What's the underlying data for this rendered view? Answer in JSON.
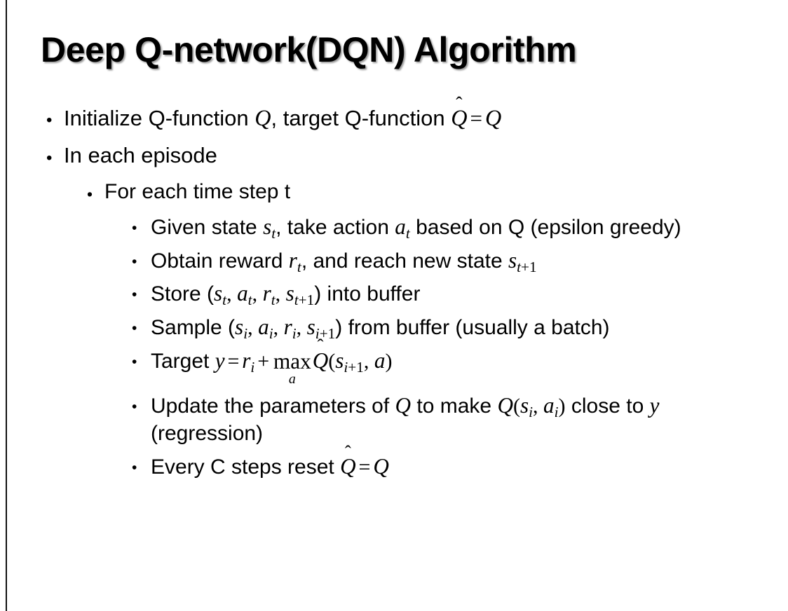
{
  "slide": {
    "title": "Deep Q-network(DQN) Algorithm",
    "background_color": "#ffffff",
    "text_color": "#000000",
    "left_rule_color": "#111111",
    "bullet_glyph": "•"
  },
  "bullets": {
    "initialize": {
      "lead": "Initialize Q-function ",
      "q1": "Q",
      "mid": ", target Q-function ",
      "qhat": "Q",
      "hat_mark": "̂",
      "equals": "=",
      "q2": "Q"
    },
    "in_each_episode": "In each episode",
    "for_each_time_step": "For each time step t",
    "given_state": {
      "lead": "Given state ",
      "s": "s",
      "s_sub": "t",
      "mid": ", take action ",
      "a": "a",
      "a_sub": "t",
      "tail": " based on Q (epsilon greedy)"
    },
    "obtain_reward": {
      "lead": "Obtain reward ",
      "r": "r",
      "r_sub": "t",
      "mid": ", and reach new state ",
      "s": "s",
      "s_sub_var": "t",
      "s_sub_plus": "+1"
    },
    "store": {
      "lead": "Store (",
      "s1": "s",
      "s1_sub": "t",
      "c1": ", ",
      "a1": "a",
      "a1_sub": "t",
      "c2": ", ",
      "r1": "r",
      "r1_sub": "t",
      "c3": ", ",
      "s2": "s",
      "s2_sub_var": "t",
      "s2_sub_plus": "+1",
      "tail": ") into buffer"
    },
    "sample": {
      "lead": "Sample (",
      "s1": "s",
      "s1_sub": "i",
      "c1": ", ",
      "a1": "a",
      "a1_sub": "i",
      "c2": ", ",
      "r1": "r",
      "r1_sub": "i",
      "c3": ", ",
      "s2": "s",
      "s2_sub_var": "i",
      "s2_sub_plus": "+1",
      "tail": ") from buffer (usually a batch)"
    },
    "target": {
      "lead": "Target ",
      "y": "y",
      "eq": "=",
      "r": "r",
      "r_sub": "i",
      "plus": "+",
      "max_op": "max",
      "max_limit": "a",
      "qhat": "Q",
      "hat_mark": "̂",
      "open": "(",
      "s": "s",
      "s_sub_var": "i",
      "s_sub_plus": "+1",
      "comma": ", ",
      "a": "a",
      "close": ")"
    },
    "update": {
      "lead": "Update the parameters of ",
      "q1": "Q",
      "mid": " to make ",
      "q2": "Q",
      "open": "(",
      "s": "s",
      "s_sub": "i",
      "comma": ", ",
      "a": "a",
      "a_sub": "i",
      "close": ")",
      "tail1": " close to ",
      "y": "y",
      "tail2": " (regression)"
    },
    "reset": {
      "lead": "Every C steps reset ",
      "qhat": "Q",
      "hat_mark": "̂",
      "equals": "=",
      "q": "Q"
    }
  }
}
